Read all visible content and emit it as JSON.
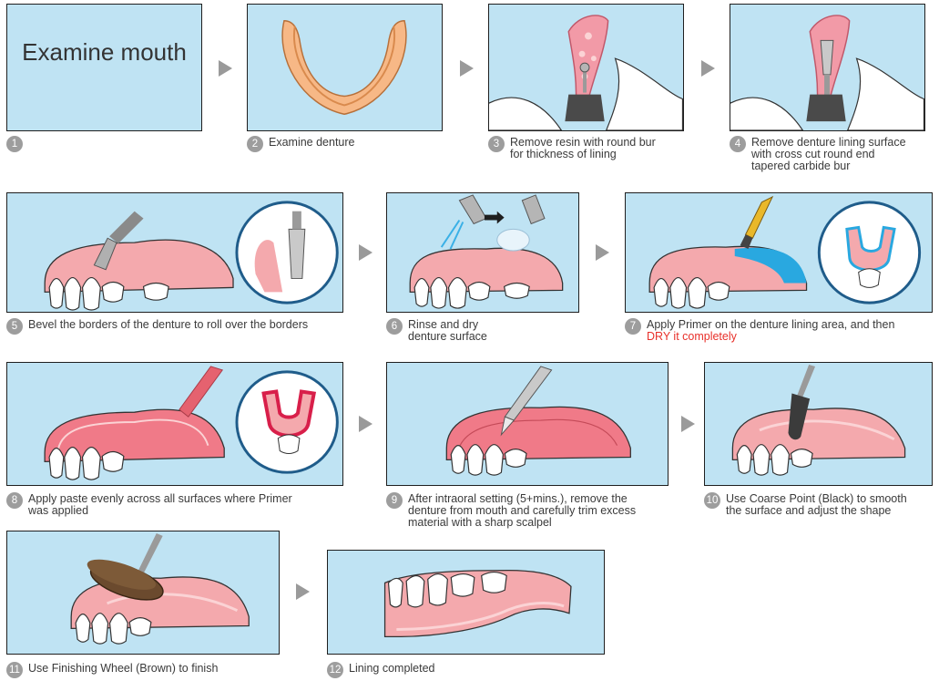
{
  "steps": [
    {
      "num": "1",
      "caption": "",
      "panel_text": "Examine mouth"
    },
    {
      "num": "2",
      "caption": "Examine denture"
    },
    {
      "num": "3",
      "caption": "Remove resin with round bur for thickness of lining"
    },
    {
      "num": "4",
      "caption": "Remove denture lining surface with cross cut round end tapered carbide bur"
    },
    {
      "num": "5",
      "caption": "Bevel the borders of the denture to roll over the borders"
    },
    {
      "num": "6",
      "caption": "Rinse and dry denture surface"
    },
    {
      "num": "7",
      "caption": "Apply Primer on the denture lining area, and then",
      "caption_highlight": "DRY it completely"
    },
    {
      "num": "8",
      "caption": "Apply paste evenly across all surfaces where Primer was applied"
    },
    {
      "num": "9",
      "caption": "After intraoral setting (5+mins.), remove the denture from mouth and carefully trim excess material with a sharp scalpel"
    },
    {
      "num": "10",
      "caption": "Use Coarse Point (Black) to smooth the surface and adjust the shape"
    },
    {
      "num": "11",
      "caption": "Use Finishing Wheel (Brown) to finish"
    },
    {
      "num": "12",
      "caption": "Lining completed"
    }
  ],
  "colors": {
    "panel_bg": "#bfe3f3",
    "gum": "#f4a9ad",
    "gum_light": "#fbd3d5",
    "primer": "#29a8e0",
    "highlight": "#e8302a",
    "number_badge": "#9d9d9d",
    "arrow": "#9a9a9a"
  }
}
